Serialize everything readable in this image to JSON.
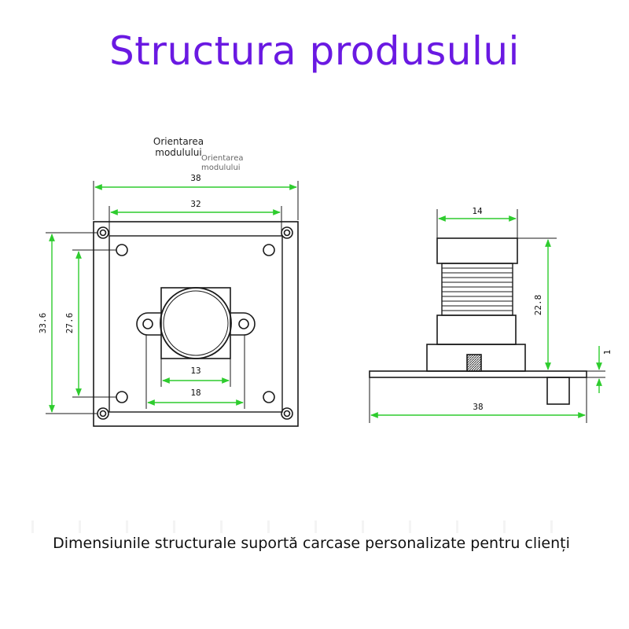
{
  "title": "Structura produsului",
  "orientation_label": "Orientarea modulului",
  "orientation_label_ghost": "Orientarea modulului",
  "front_view": {
    "overall_width": "38",
    "hole_spacing_width": "32",
    "overall_height": "33.6",
    "hole_spacing_height": "27.6",
    "lens_mount_inner": "13",
    "lens_mount_holes": "18"
  },
  "side_view": {
    "lens_diameter": "14",
    "lens_height": "22.8",
    "board_thickness": "1",
    "board_width": "38"
  },
  "caption": "Dimensiunile structurale suportă carcase personalizate pentru clienți",
  "colors": {
    "title": "#6a19e2",
    "dimension_line": "#2ecc2e",
    "drawing_line": "#1a1a1a"
  }
}
